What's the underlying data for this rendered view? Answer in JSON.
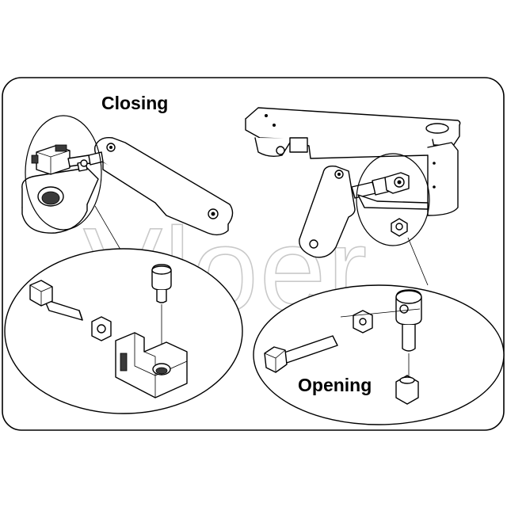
{
  "labels": {
    "closing": "Closing",
    "opening": "Opening"
  },
  "watermark": "Vloer",
  "colors": {
    "line": "#000000",
    "background": "#ffffff",
    "watermark": "#c9c9c9"
  }
}
